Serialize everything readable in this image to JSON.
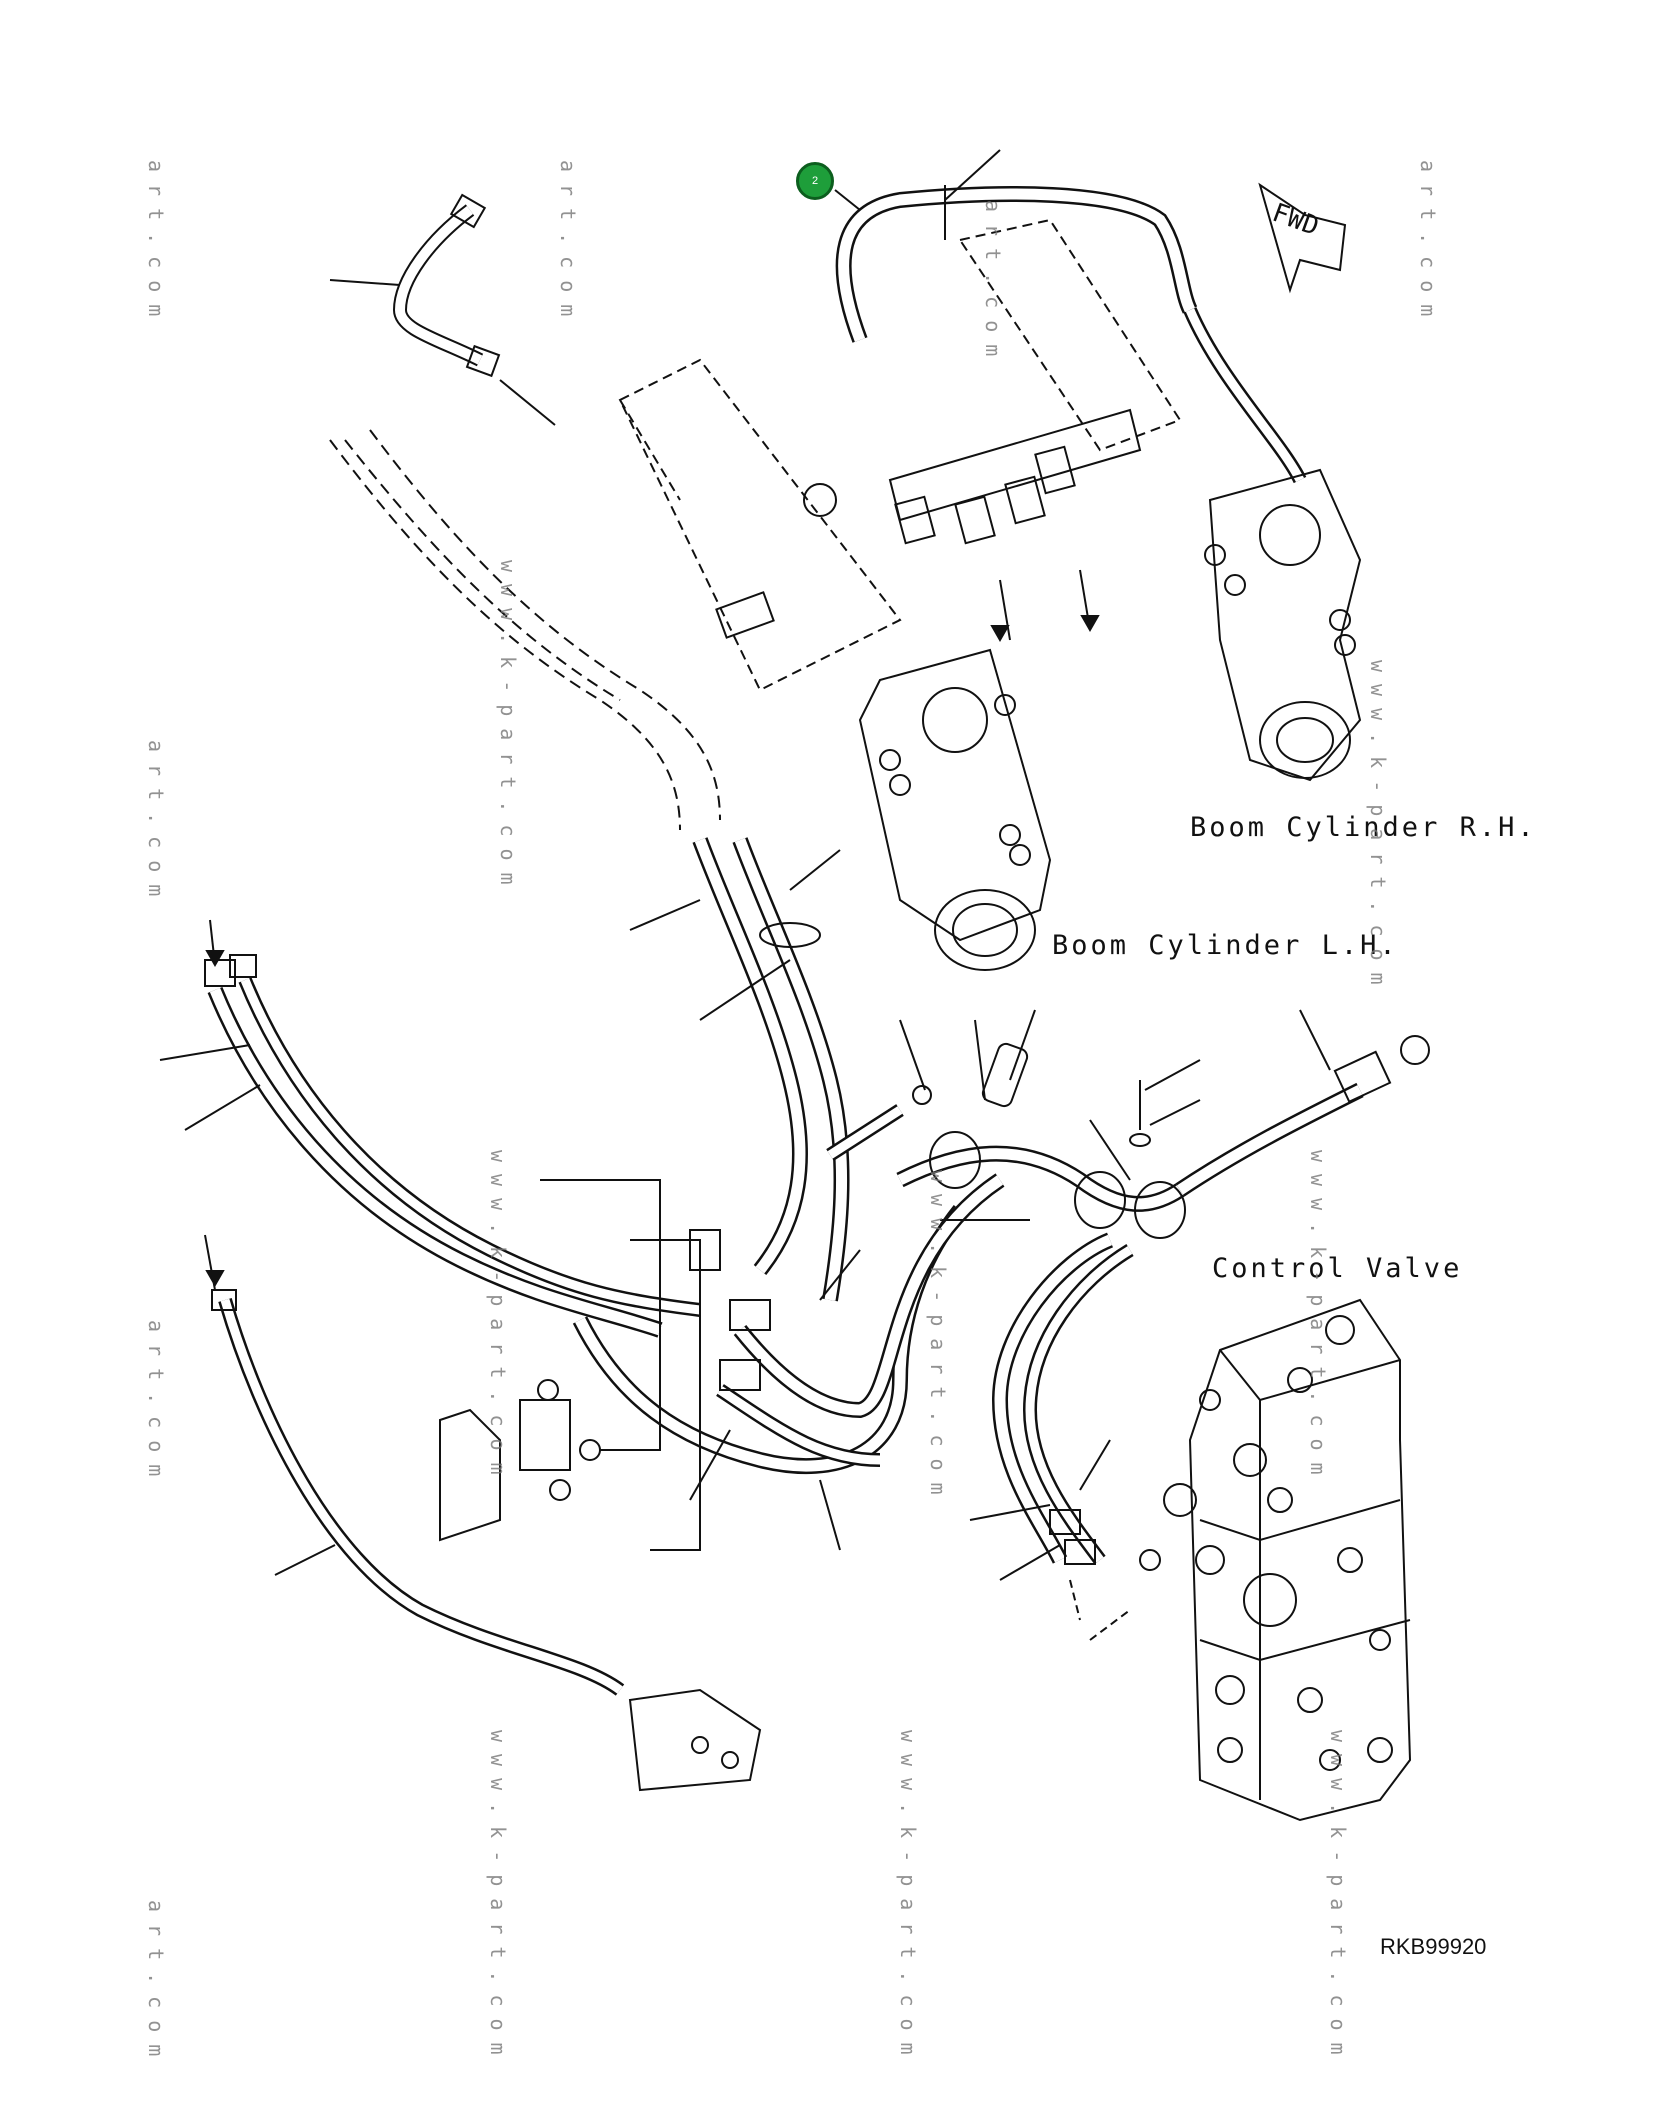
{
  "labels": {
    "boom_cylinder_rh": "Boom Cylinder R.H.",
    "boom_cylinder_lh": "Boom Cylinder L.H.",
    "control_valve": "Control Valve",
    "fwd": "FWD",
    "drawing_code": "RKB99920"
  },
  "callouts": [
    {
      "number": "2",
      "color": "#1e9e3a"
    }
  ],
  "watermark_texts": [
    "art.com",
    "www.k-part.com"
  ]
}
